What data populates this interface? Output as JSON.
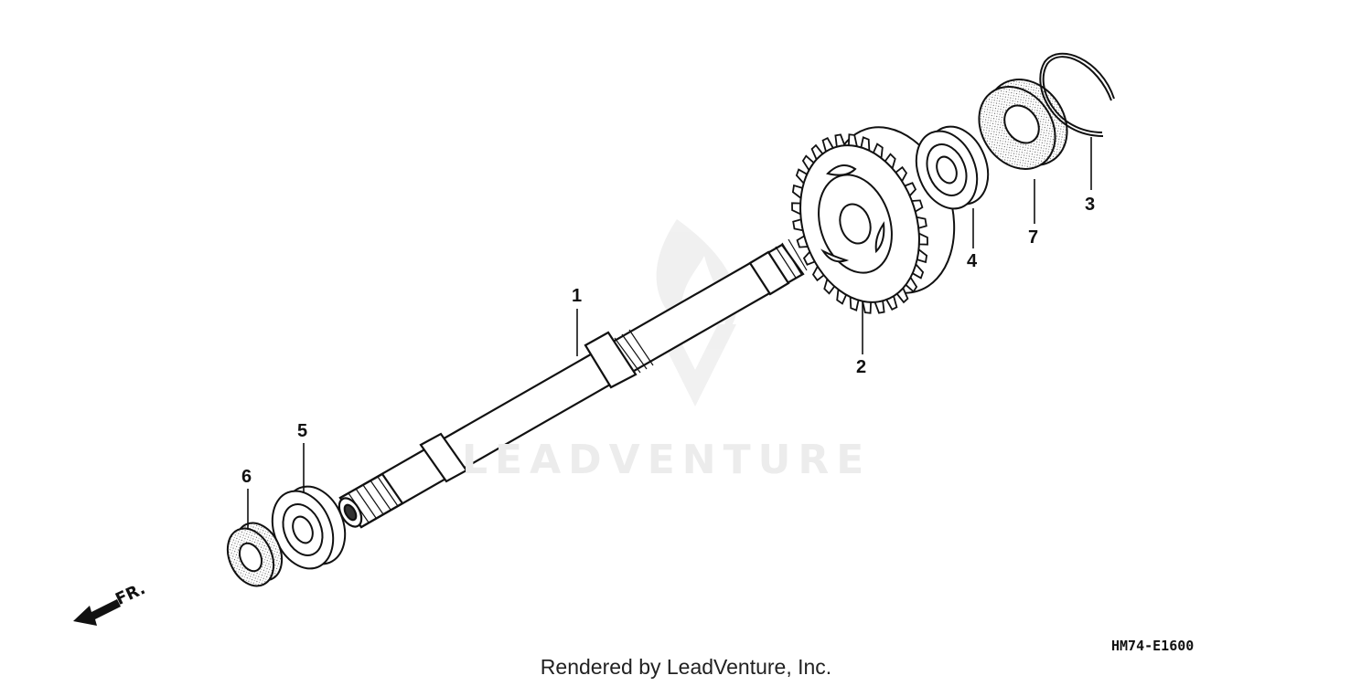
{
  "diagram": {
    "parts": [
      {
        "number": "1",
        "name": "shaft"
      },
      {
        "number": "2",
        "name": "gear"
      },
      {
        "number": "3",
        "name": "snap-ring"
      },
      {
        "number": "4",
        "name": "bearing"
      },
      {
        "number": "5",
        "name": "bearing"
      },
      {
        "number": "6",
        "name": "oil-seal"
      },
      {
        "number": "7",
        "name": "oil-seal"
      }
    ],
    "direction_label": "FR.",
    "diagram_code": "HM74-E1600",
    "watermark": "LEADVENTURE",
    "credit": "Rendered by LeadVenture, Inc."
  }
}
